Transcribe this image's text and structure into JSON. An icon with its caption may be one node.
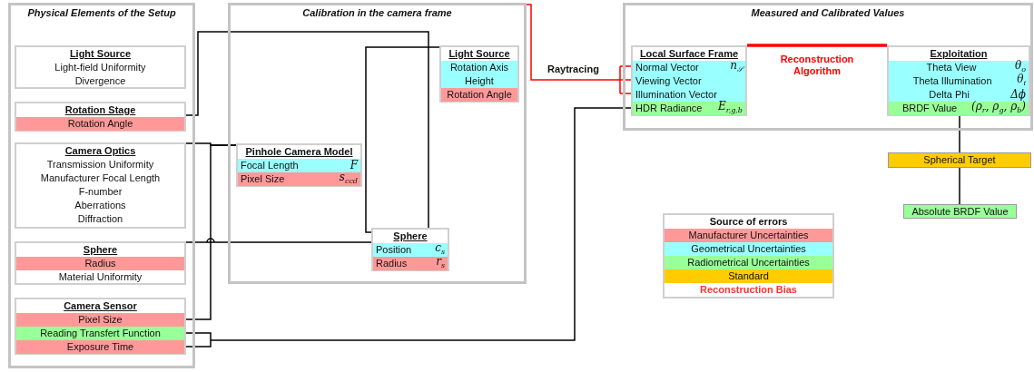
{
  "diagram": {
    "nodes": [
      {
        "text": [
          "Physical Elements of the Setup"
        ]
      },
      {
        "text": [
          "Light Source",
          "Light-field Uniformity",
          "Divergence"
        ],
        "in": 0
      },
      {
        "text": [
          "Rotation Stage",
          "Rotation Angle"
        ],
        "in": 0
      },
      {
        "text": [
          "Camera Optics",
          "Transmission Uniformity",
          "Manufacturer Focal Length",
          "F-number",
          "Aberrations",
          "Diffraction"
        ],
        "in": 0
      },
      {
        "text": [
          "Sphere",
          "Radius",
          "Material Uniformity"
        ],
        "in": 0
      },
      {
        "text": [
          "Camera Sensor",
          "Pixel Size",
          "Reading Transfert Function",
          "Exposure Time"
        ],
        "in": 0
      },
      {
        "text": [
          "Calibration in the camera frame"
        ]
      },
      {
        "text": [
          "Light Source",
          "Rotation Axis",
          "Height",
          "Rotation Angle"
        ],
        "in": 6
      },
      {
        "text": [
          "Pinhole Camera Model",
          "Focal Length",
          "F",
          "Pixel Size",
          "s$_{ccd}$"
        ],
        "in": 6
      },
      {
        "text": [
          "Sphere",
          "Position",
          "c$_{s}$",
          "Radius",
          "r$_{s}$"
        ],
        "in": 6
      },
      {
        "text": [
          "Measured and Calibrated Values"
        ]
      },
      {
        "text": [
          "Local Surface Frame",
          "Normal Vector",
          "n$_{𝒮}$",
          "Viewing Vector",
          "Illumination Vector",
          "HDR Radiance",
          "E$_{r,g,b}$"
        ],
        "in": 10
      },
      {
        "text": [
          "Exploitation",
          "Theta View",
          "θ$_{o}$",
          "Theta Illumination",
          "θ$_{i}$",
          "Delta Phi",
          "Δϕ",
          "BRDF Value",
          "(ρ$_{r}$, ρ$_{g}$, ρ$_{b}$)"
        ],
        "in": 10
      },
      {
        "text": [
          "Spherical Target"
        ]
      },
      {
        "text": [
          "Absolute BRDF Value"
        ]
      }
    ],
    "edges": [
      {
        "from": 2,
        "to": 9,
        "arrow": "none"
      },
      {
        "from": 7,
        "to": 9,
        "arrow": "none"
      },
      {
        "from": 3,
        "to": 8,
        "arrow": "none"
      },
      {
        "from": 5,
        "to": 8,
        "arrow": "none"
      },
      {
        "from": 4,
        "to": 9,
        "arrow": "none"
      },
      {
        "from": 5,
        "to": 11,
        "arrow": "none"
      },
      {
        "from": 6,
        "to": 11,
        "arrow": "none",
        "label": "Raytracing",
        "color": "#ff0000"
      },
      {
        "from": 11,
        "to": 12,
        "arrow": "none",
        "label": "Reconstruction Algorithm",
        "style": "thick",
        "color": "#ff0000"
      },
      {
        "from": 12,
        "to": 13,
        "arrow": "none"
      },
      {
        "from": 13,
        "to": 14,
        "arrow": "none"
      }
    ],
    "labels": [
      "Source of errors"
    ],
    "legend": [
      {
        "text": "Manufacturer Uncertainties",
        "color": "#ff9999"
      },
      {
        "text": "Geometrical Uncertainties",
        "color": "#99ffff"
      },
      {
        "text": "Radiometrical Uncertainties",
        "color": "#99ff99"
      },
      {
        "text": "Standard",
        "color": "#ffcc00"
      },
      {
        "text": "Reconstruction Bias",
        "color": "#ff3333"
      }
    ]
  }
}
